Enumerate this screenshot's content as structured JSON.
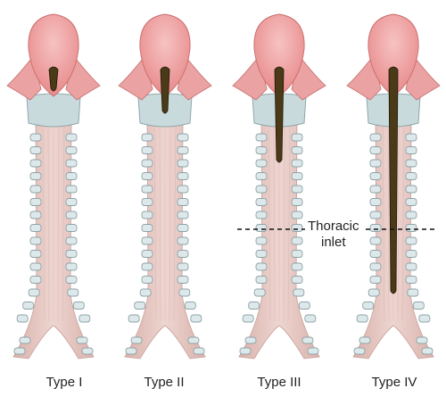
{
  "figure": {
    "panels": [
      {
        "label": "Type I",
        "cleft": "larynx"
      },
      {
        "label": "Type II",
        "cleft": "partial-cricoid"
      },
      {
        "label": "Type III",
        "cleft": "cervical-trachea"
      },
      {
        "label": "Type IV",
        "cleft": "intrathoracic-trachea"
      }
    ],
    "thoracic_inlet": {
      "line1": "Thoracic",
      "line2": "inlet"
    },
    "colors": {
      "epiglottis": "#e8898a",
      "epiglottis_highlight": "#f6c3c2",
      "larynx_wing": "#eaa3a2",
      "cricoid": "#c9dadd",
      "cricoid_edge": "#8fa7ab",
      "trachea": "#eed5d1",
      "trachea_muscle": "#d9b2ab",
      "ring": "#dde8ea",
      "ring_edge": "#8ea3a8",
      "cleft": "#4a3a18",
      "cleft_edge": "#1e1608",
      "text": "#222222"
    }
  }
}
